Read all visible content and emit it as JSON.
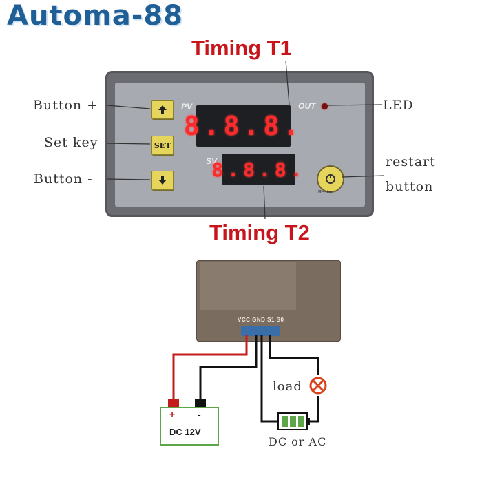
{
  "brand": "Automa-88",
  "titles": {
    "t1": "Timing T1",
    "t2": "Timing T2"
  },
  "callouts": {
    "button_plus": "Button +",
    "set_key": "Set key",
    "button_minus": "Button -",
    "led": "LED",
    "restart_line1": "restart",
    "restart_line2": "button"
  },
  "panel": {
    "pv_label": "PV",
    "sv_label": "SV",
    "out_label": "OUT",
    "pv_display": "8.8.8.",
    "sv_display": "8.8.8.",
    "set_label": "SET",
    "restart_caption": "Restart"
  },
  "wiring": {
    "terminal_labels": "VCC GND S1 S0",
    "load_label": "load",
    "source_label": "DC or AC",
    "battery_label": "DC 12V",
    "battery_plus": "+",
    "battery_minus": "-"
  },
  "colors": {
    "title_red": "#c8151b",
    "brand_blue": "#1f5f96",
    "panel_grey": "#6a6c72",
    "button_yellow": "#e6d55c",
    "display_red": "#ff2a2a",
    "wire_red": "#c41b1b",
    "wire_black": "#111111",
    "battery_green": "#5ca648"
  },
  "icons": {
    "up": "up-arrow-icon",
    "down": "down-arrow-icon",
    "restart": "power-icon",
    "load": "load-x-icon"
  }
}
